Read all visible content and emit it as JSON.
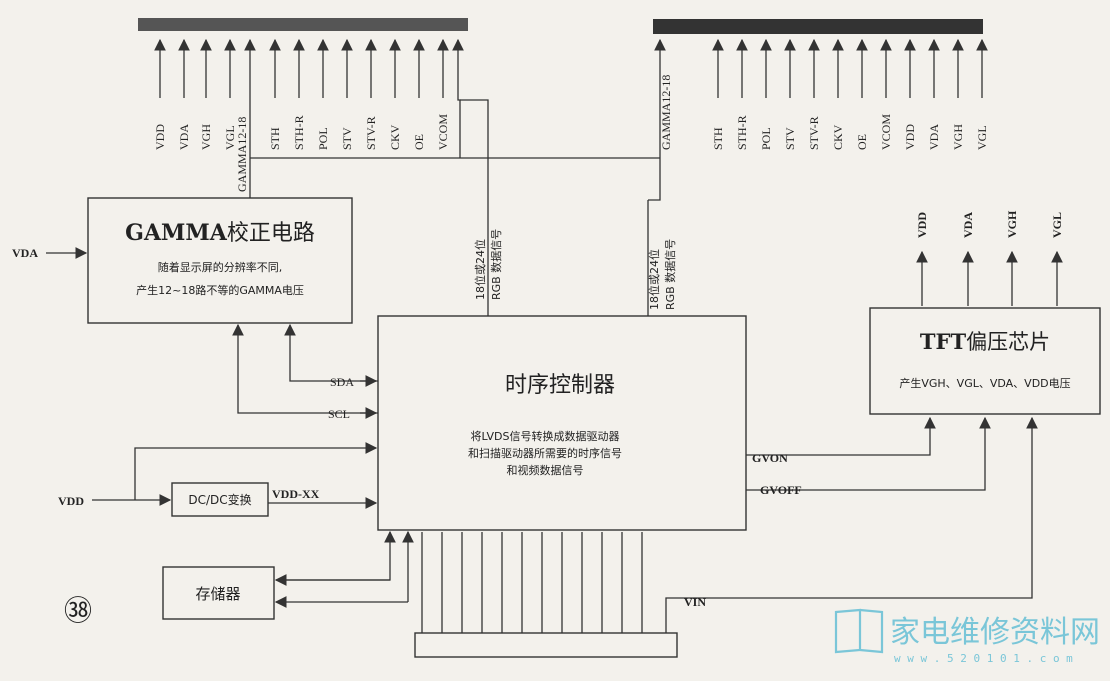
{
  "left_bus": {
    "signals": [
      "VDD",
      "VDA",
      "VGH",
      "VGL",
      "STH",
      "STH-R",
      "POL",
      "STV",
      "STV-R",
      "CKV",
      "OE",
      "VCOM"
    ],
    "gamma_label": "GAMMA12-18"
  },
  "right_bus": {
    "signals": [
      "STH",
      "STH-R",
      "POL",
      "STV",
      "STV-R",
      "CKV",
      "OE",
      "VCOM",
      "VDD",
      "VDA",
      "VGH",
      "VGL"
    ],
    "gamma_label": "GAMMA12-18"
  },
  "gamma_block": {
    "title_latin": "GAMMA",
    "title_cn": "校正电路",
    "desc_line1": "随着显示屏的分辨率不同,",
    "desc_line2": "产生12~18路不等的GAMMA电压",
    "input_label": "VDA"
  },
  "timing_block": {
    "title": "时序控制器",
    "desc_line1": "将LVDS信号转换成数据驱动器",
    "desc_line2": "和扫描驱动器所需要的时序信号",
    "desc_line3": "和视频数据信号"
  },
  "rgb_left": {
    "line1": "18位或24位",
    "line2": "RGB 数据信号"
  },
  "rgb_right": {
    "line1": "18位或24位",
    "line2": "RGB 数据信号"
  },
  "signals": {
    "sda": "SDA",
    "scl": "SCL",
    "gvon": "GVON",
    "gvoff": "GVOFF",
    "vin": "VIN",
    "vdd_in": "VDD",
    "vdd_xx": "VDD-XX"
  },
  "dcdc_block": {
    "label": "DC/DC变换"
  },
  "memory_block": {
    "label": "存储器"
  },
  "tft_block": {
    "title_latin": "TFT",
    "title_cn": "偏压芯片",
    "desc": "产生VGH、VGL、VDA、VDD电压",
    "outputs": [
      "VDD",
      "VDA",
      "VGH",
      "VGL"
    ]
  },
  "page_number": "㊳",
  "watermark": {
    "cn": "家电维修资料网",
    "url": "w w w . 5 2 0 1 0 1 . c o m"
  }
}
